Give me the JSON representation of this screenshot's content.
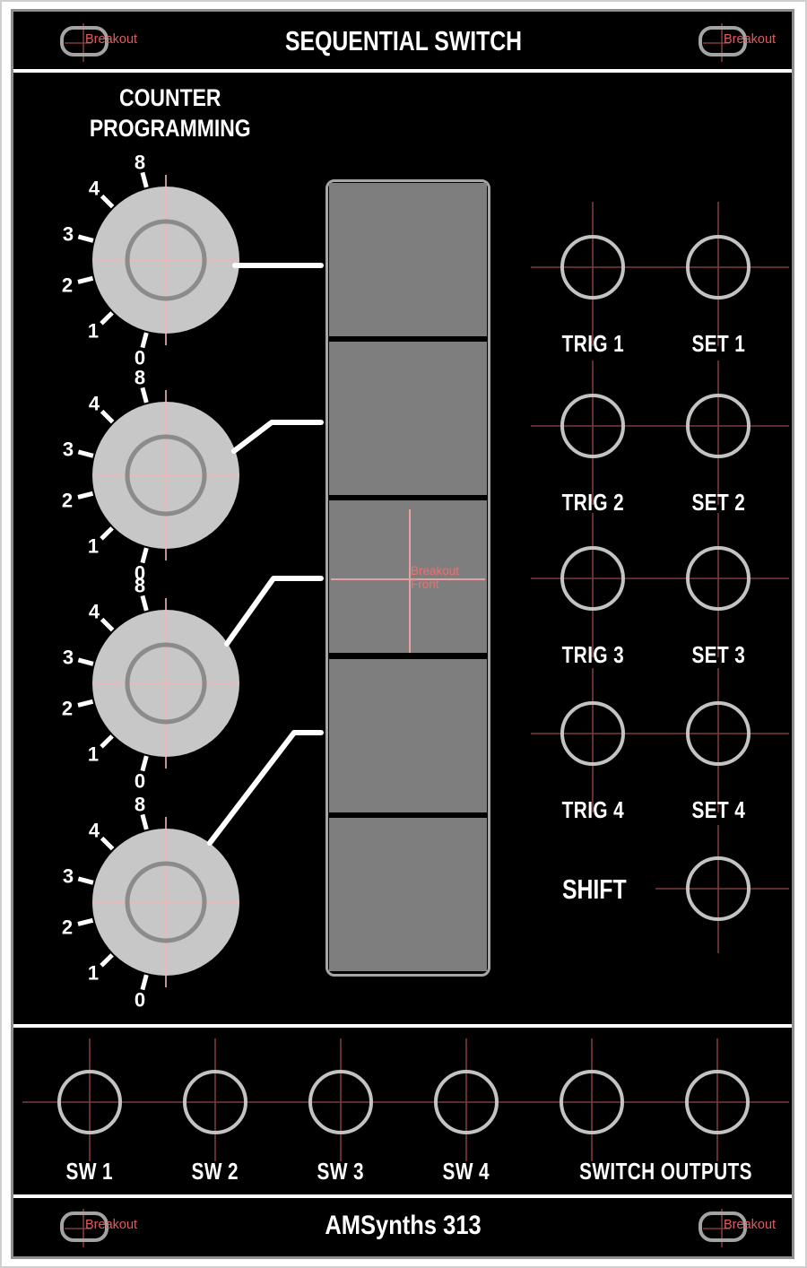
{
  "header": {
    "title": "SEQUENTIAL SWITCH"
  },
  "slots": {
    "label": "Breakout"
  },
  "counter": {
    "line1": "COUNTER",
    "line2": "PROGRAMMING"
  },
  "scale_labels": [
    "8",
    "4",
    "3",
    "2",
    "1",
    "0"
  ],
  "knobs": [
    {
      "name": "counter-1"
    },
    {
      "name": "counter-2"
    },
    {
      "name": "counter-3"
    },
    {
      "name": "counter-4"
    }
  ],
  "breakout_front": {
    "line1": "Breakout",
    "line2": "Front"
  },
  "jack_rows": [
    {
      "trig": "TRIG 1",
      "set": "SET 1"
    },
    {
      "trig": "TRIG 2",
      "set": "SET 2"
    },
    {
      "trig": "TRIG 3",
      "set": "SET 3"
    },
    {
      "trig": "TRIG 4",
      "set": "SET 4"
    }
  ],
  "shift": {
    "label": "SHIFT"
  },
  "outputs": {
    "jacks": [
      "SW 1",
      "SW 2",
      "SW 3",
      "SW 4"
    ],
    "group_label": "SWITCH OUTPUTS"
  },
  "footer": {
    "title": "AMSynths 313"
  },
  "colors": {
    "panel": "#000000",
    "guide_red": "#7d3b3b",
    "guide_pink": "#f0b6b6",
    "breakout_text": "#e25c5c",
    "knob_gray": "#c7c7c7",
    "segment_gray": "#7e7e7e",
    "jack_stroke": "#c3c3c3"
  }
}
